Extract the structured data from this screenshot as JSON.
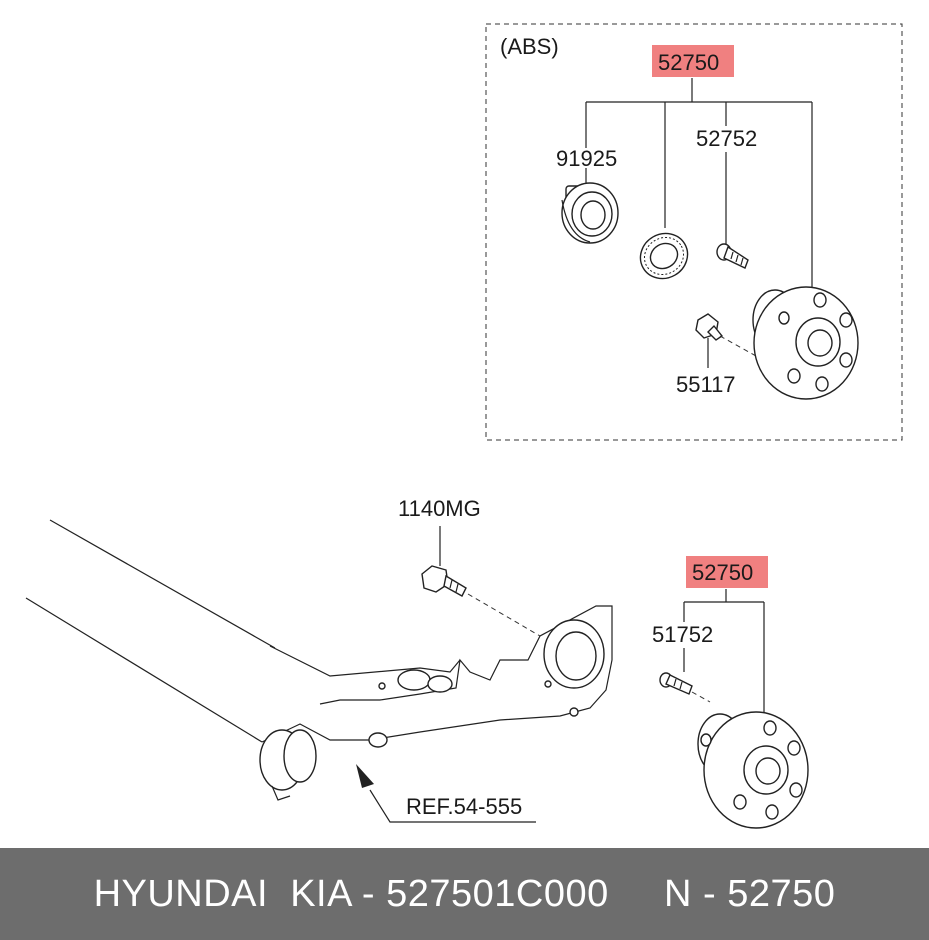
{
  "diagram": {
    "abs_box_label": "(ABS)",
    "callouts": {
      "assy_top": "52750",
      "sensor": "91925",
      "tone_ring": "",
      "hub_bolt_top": "52752",
      "mount_bolt_top": "55117",
      "beam_bolt": "1140MG",
      "assy_bottom": "52750",
      "hub_bolt_bottom": "51752",
      "reference": "REF.54-555"
    },
    "highlight_color": "#f08080"
  },
  "footer": {
    "text": "HYUNDAI  KIA - 527501C000     N - 52750",
    "background": "#6d6d6d"
  }
}
